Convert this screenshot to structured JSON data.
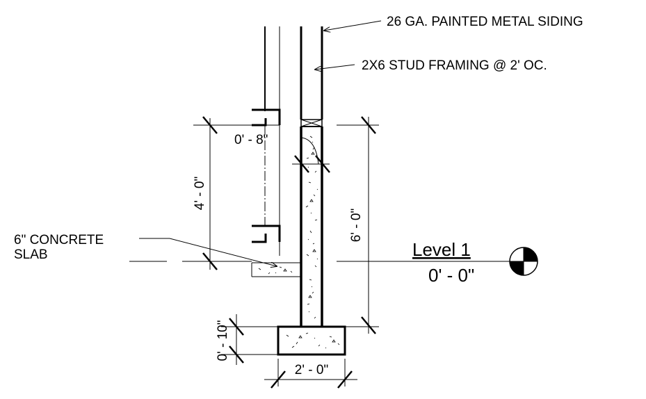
{
  "annotations": {
    "siding": "26 GA. PAINTED METAL SIDING",
    "framing": "2X6 STUD FRAMING @ 2' OC.",
    "slab_line1": "6\" CONCRETE",
    "slab_line2": "SLAB"
  },
  "dimensions": {
    "wall_thickness": "0' - 8\"",
    "opening_height": "4' - 0\"",
    "foundation_height": "6' - 0\"",
    "footing_depth": "0' - 10\"",
    "footing_width": "2' - 0\""
  },
  "level": {
    "name": "Level 1",
    "elevation": "0' - 0\""
  }
}
